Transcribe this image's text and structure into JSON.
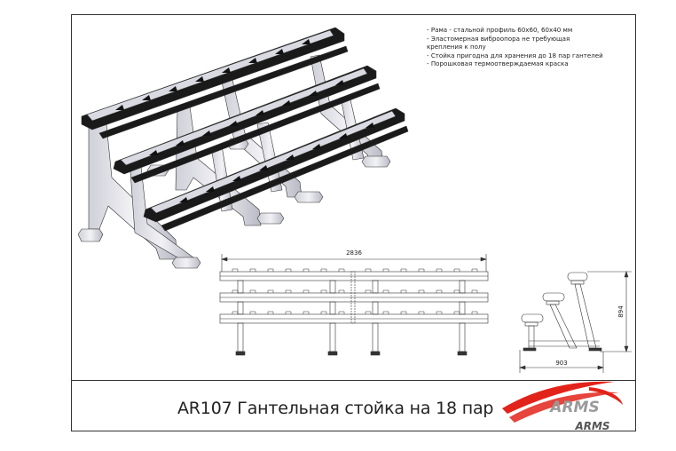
{
  "document": {
    "title": "AR107 Гантельная стойка на 18 пар",
    "notes": [
      "- Рама - стальной профиль 60х60, 60х40 мм",
      "- Эластомерная виброопора не требующая",
      "крепления к полу",
      "- Стойка пригодна для хранения до 18 пар гантелей",
      "- Порошковая термоотверждаемая краска"
    ],
    "dimensions": {
      "length": "2836",
      "depth": "903",
      "height": "894"
    },
    "logo": {
      "text_large": "ARMS",
      "text_small": "ARMS",
      "accent_color": "#e2231a",
      "gray_color": "#9a9a9a"
    }
  }
}
